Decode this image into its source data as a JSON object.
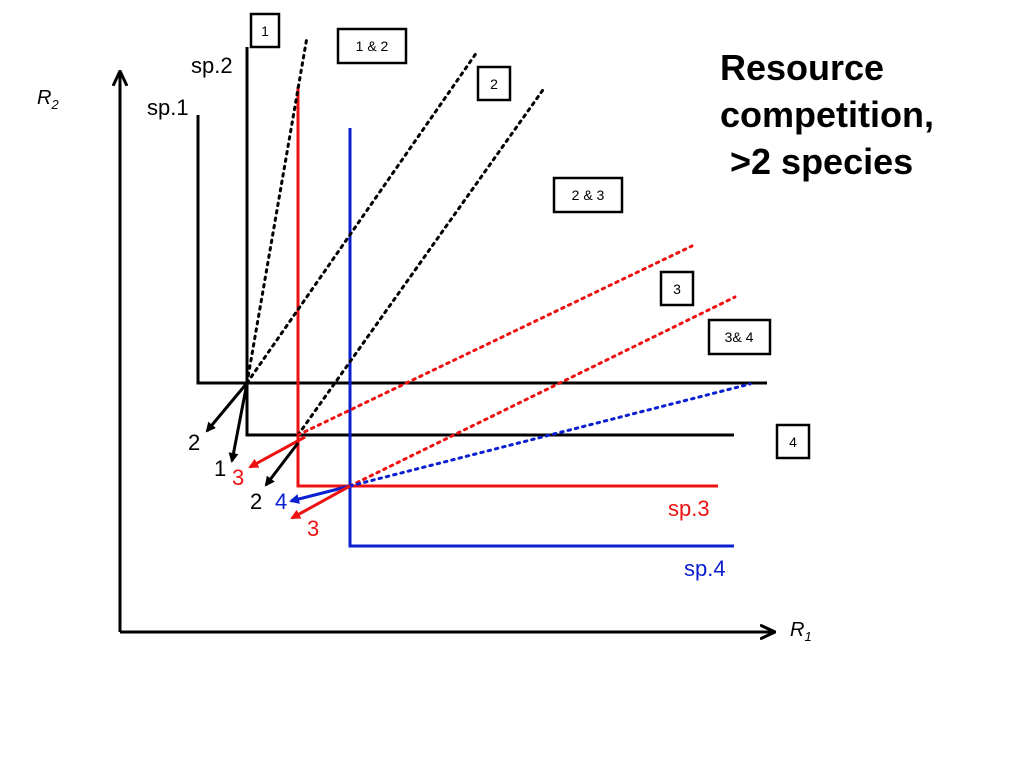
{
  "title": {
    "line1": "Resource",
    "line2": "competition,",
    "line3": " >2 species"
  },
  "axes": {
    "x_label_main": "R",
    "x_label_sub": "1",
    "y_label_main": "R",
    "y_label_sub": "2"
  },
  "species_labels": {
    "sp1": "sp.1",
    "sp2": "sp.2",
    "sp3": "sp.3",
    "sp4": "sp.4"
  },
  "region_boxes": {
    "r1": "1",
    "r12": "1 & 2",
    "r2": "2",
    "r23": "2 & 3",
    "r3": "3",
    "r34": "3& 4",
    "r4": "4"
  },
  "vector_labels": {
    "a_2": "2",
    "a_1": "1",
    "b_3": "3",
    "b_2": "2",
    "c_4": "4",
    "c_3": "3"
  },
  "colors": {
    "black": "#000000",
    "red": "#ee1111",
    "blue": "#0a1fcf"
  }
}
